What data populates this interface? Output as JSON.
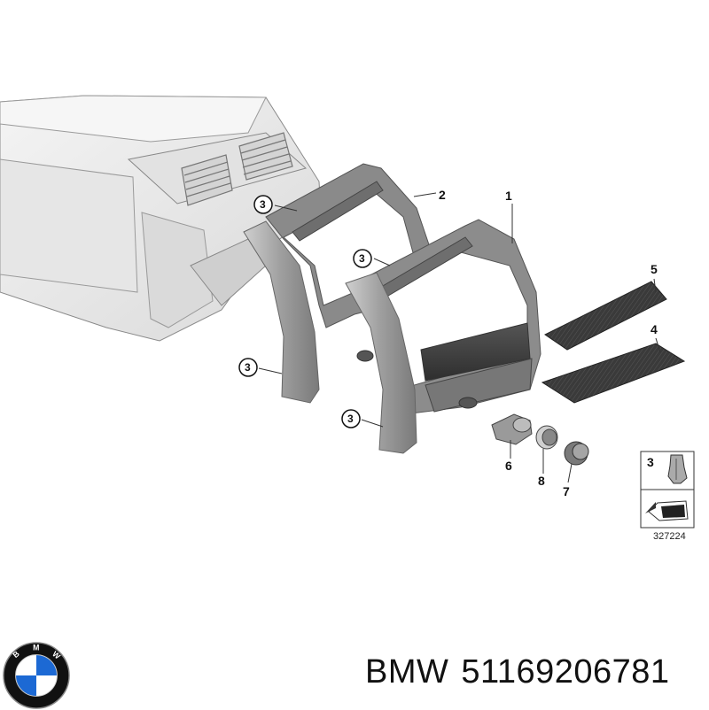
{
  "callouts": {
    "c1": "1",
    "c2": "2",
    "c3": "3",
    "c4": "4",
    "c5": "5",
    "c6": "6",
    "c7": "7",
    "c8": "8"
  },
  "legend": {
    "clip_number": "3",
    "diagram_id": "327224"
  },
  "caption": {
    "brand": "BMW",
    "part_number": "51169206781"
  },
  "logo": {
    "letters": "BMW",
    "colors": {
      "blue": "#1c69d4",
      "white": "#ffffff",
      "ring": "#111111"
    }
  },
  "colors": {
    "outline": "#555555",
    "trim_light": "#b8b8b8",
    "trim_dark": "#6e6e6e",
    "panel_dark": "#3d3d3d",
    "console_fill": "#ececec"
  }
}
